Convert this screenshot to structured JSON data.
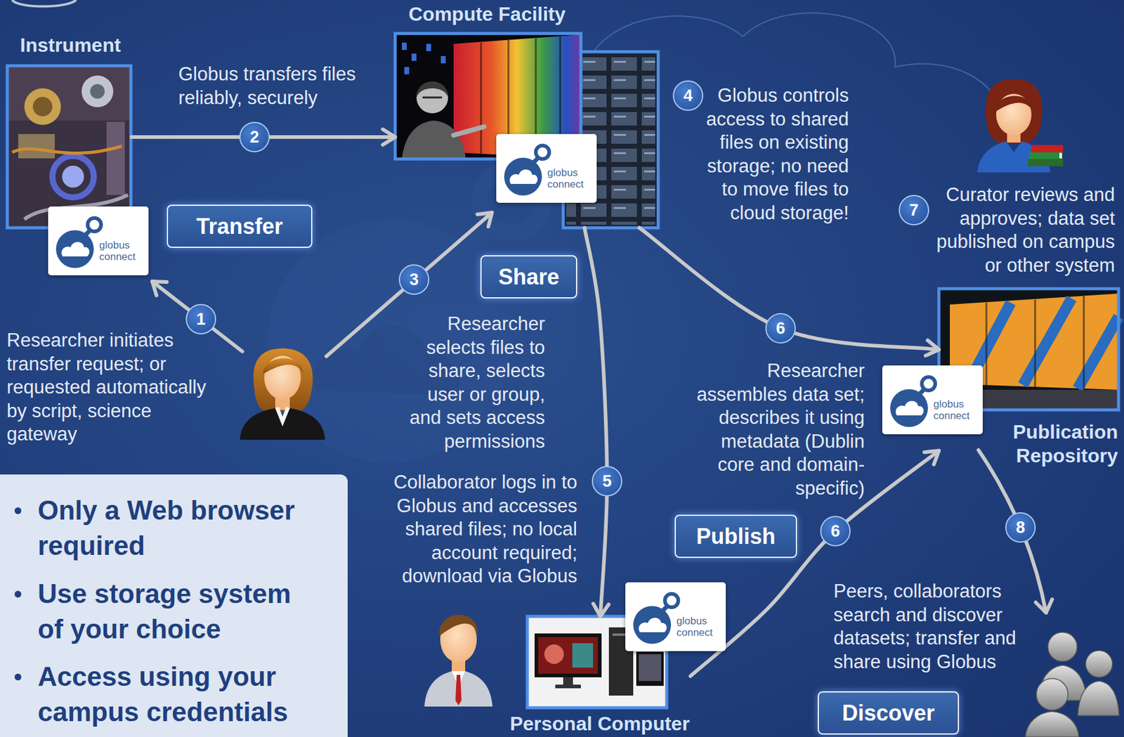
{
  "diagram": {
    "nodes": [
      {
        "text": [
          "Instrument"
        ]
      },
      {
        "text": [
          "globus connect"
        ],
        "in": 0
      },
      {
        "text": [
          "Compute Facility"
        ]
      },
      {
        "text": [
          "globus connect"
        ],
        "in": 2
      },
      {
        "text": [
          "Transfer"
        ]
      },
      {
        "text": [
          "Share"
        ]
      },
      {
        "text": [
          "Publication Repository"
        ]
      },
      {
        "text": [
          "globus connect"
        ],
        "in": 6
      },
      {
        "text": [
          "Publish"
        ]
      },
      {
        "text": [
          "Personal Computer"
        ]
      },
      {
        "text": [
          "globus connect"
        ],
        "in": 9
      },
      {
        "text": [
          "Discover"
        ]
      },
      {
        "text": [
          "Only a Web browser required",
          "Use storage system of your choice",
          "Access using your campus credentials"
        ]
      }
    ],
    "edges": [
      {
        "from": 0,
        "to": 2,
        "arrow": "to",
        "label": "2"
      },
      {
        "from": 2,
        "to": 9,
        "arrow": "to",
        "label": "5"
      },
      {
        "from": 2,
        "to": 6,
        "arrow": "to",
        "label": "6"
      },
      {
        "from": 9,
        "to": 6,
        "arrow": "to",
        "label": "6"
      }
    ],
    "labels": [
      "Globus transfers files reliably, securely",
      "Researcher initiates transfer request; or requested automatically by script, science gateway",
      "1",
      "3",
      "Researcher selects files to share, selects user or group, and sets access permissions",
      "4",
      "Globus controls access to shared files on existing storage; no need to move files to cloud storage!",
      "7",
      "Curator reviews and approves; data set published on campus or other system",
      "Researcher assembles data set; describes it using metadata (Dublin core and domain-specific)",
      "Collaborator logs in to Globus and accesses shared files; no local account required; download via Globus",
      "8",
      "Peers, collaborators search and discover datasets; transfer and share using Globus"
    ]
  }
}
